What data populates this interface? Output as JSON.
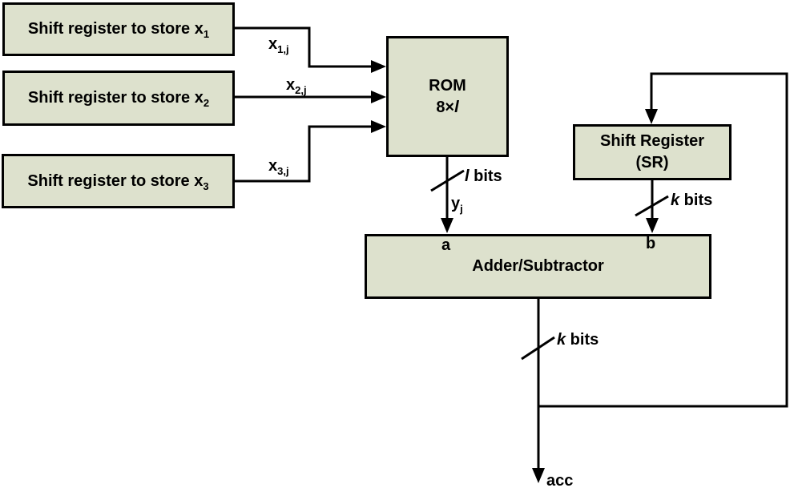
{
  "colors": {
    "background": "#ffffff",
    "box_fill": "#dde1cd",
    "line": "#000000"
  },
  "blocks": {
    "x1": {
      "text": "Shift register to store x",
      "sub": "1"
    },
    "x2": {
      "text": "Shift register to store x",
      "sub": "2"
    },
    "x3": {
      "text": "Shift register to store x",
      "sub": "3"
    },
    "rom": {
      "title": "ROM",
      "size_prefix": "8×",
      "size_var": "l"
    },
    "sr": {
      "title": "Shift Register",
      "subtitle": "(SR)"
    },
    "adder": {
      "title": "Adder/Subtractor",
      "port_a": "a",
      "port_b": "b"
    }
  },
  "wires": {
    "x1": {
      "base": "x",
      "sub": "1,j"
    },
    "x2": {
      "base": "x",
      "sub": "2,j"
    },
    "x3": {
      "base": "x",
      "sub": "3,j"
    },
    "rom_out_bus": {
      "var": "l",
      "suffix": " bits"
    },
    "rom_out_signal": {
      "base": "y",
      "sub": "j"
    },
    "sr_out_bus": {
      "var": "k",
      "suffix": " bits"
    },
    "acc_bus": {
      "var": "k",
      "suffix": " bits"
    },
    "acc": "acc"
  }
}
